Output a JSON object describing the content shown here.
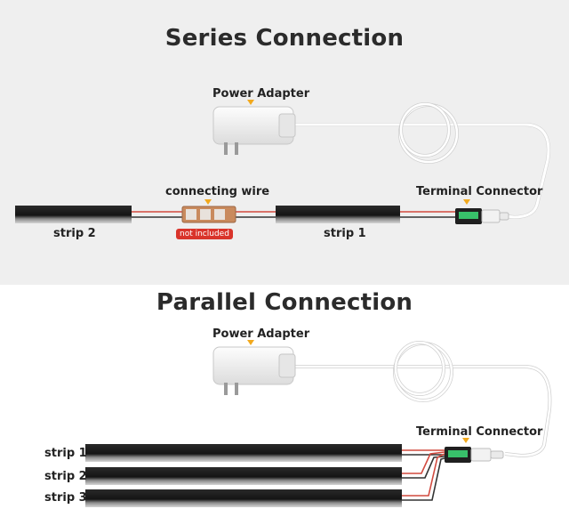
{
  "series": {
    "title": "Series Connection",
    "power_adapter_label": "Power Adapter",
    "connecting_wire_label": "connecting wire",
    "not_included_badge": "not included",
    "terminal_connector_label": "Terminal Connector",
    "strip_labels": [
      "strip 2",
      "strip 1"
    ]
  },
  "parallel": {
    "title": "Parallel Connection",
    "power_adapter_label": "Power Adapter",
    "terminal_connector_label": "Terminal Connector",
    "strip_labels": [
      "strip 1",
      "strip 2",
      "strip 3"
    ]
  },
  "colors": {
    "pointer": "#f2a91d",
    "badge": "#d9342b",
    "wire_red": "#d24a3f",
    "strip": "#1b1b1b"
  }
}
